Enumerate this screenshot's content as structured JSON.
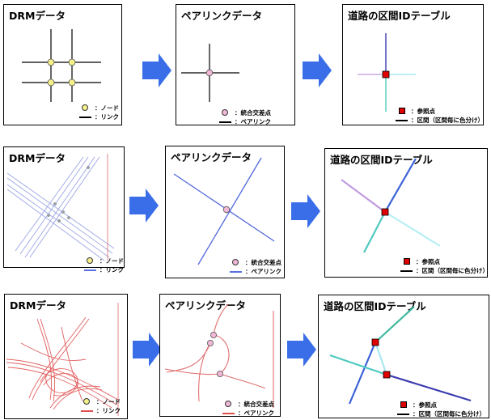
{
  "titles": {
    "drm": "DRMデータ",
    "pair": "ペアリンクデータ",
    "table": "道路の区間IDテーブル"
  },
  "legend": {
    "node": "：ノード",
    "link": "：リンク",
    "junction": "：統合交差点",
    "pairlink": "：ペアリンク",
    "ref_point": "：参照点",
    "section": "：区間（区間毎に色分け）"
  },
  "colors": {
    "arrow": "#3a6ee8",
    "node_fill": "#f5f08a",
    "junction_fill": "#f2b8d8",
    "ref_fill": "#e00000",
    "row1_line": "#000000",
    "row2_line": "#5a6ee0",
    "row3_line": "#e05050"
  },
  "rows": [
    {
      "id": "grid-intersection"
    },
    {
      "id": "diagonal-crossing"
    },
    {
      "id": "interchange"
    }
  ]
}
